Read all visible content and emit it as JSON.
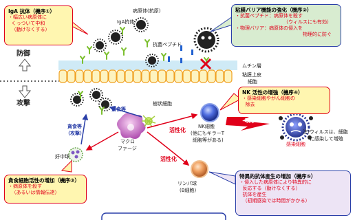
{
  "side": {
    "defense": "防御",
    "attack": "攻撃"
  },
  "callout_iga": {
    "title": "IgA 抗体（機序①）",
    "lines": [
      "・幅広い病原体に",
      "  くっついて中和",
      "  （動けなくする）"
    ]
  },
  "callout_barrier": {
    "title": "粘膜バリア機能の強化（機序②）",
    "line1": "・抗菌ペプチド：病原体を殺す",
    "line2": "（ウィルスにも有効）",
    "line3": "・物理バリア：病原体の侵入を",
    "line4": "物理的に防ぐ"
  },
  "callout_nk": {
    "title": "NK 活性の増強（機序④）",
    "lines": [
      "・感染細胞やがん細胞の",
      "  除去"
    ]
  },
  "callout_phago": {
    "title": "貪食細胞活性の増加（機序③）",
    "lines": [
      "・病原体を殺す",
      "  （あるいは情報伝達）"
    ]
  },
  "callout_antibody": {
    "title": "特異的抗体産生の増加（機序⑤）",
    "lines": [
      "・侵入した病原体により特異的に",
      "  反応する（動けなくする）",
      "  抗体を産生",
      "  （初期感染では時間がかかる）"
    ]
  },
  "labels": {
    "pathogen": "病原体(抗原)",
    "iga_antibody": "IgA抗体",
    "antimicrobial_peptide": "抗菌ペプチド",
    "mucin": "ムチン層",
    "epithelium_1": "粘膜上皮",
    "epithelium_2": "細胞",
    "dendritic": "樹状細胞",
    "phago_top": "貪食等",
    "phago_left_1": "貪食等",
    "phago_left_2": "（攻撃）",
    "macrophage_1": "マクロ",
    "macrophage_2": "ファージ",
    "neutrophil": "好中球",
    "activation_1": "活性化",
    "activation_2": "活性化",
    "nk_1": "NK細胞",
    "nk_2": "(他にもキラーT",
    "nk_3": "細胞等がある)",
    "attack": "攻撃",
    "infected": "感染細胞",
    "note_1": "注)ウィルスは、細胞",
    "note_2": "に感染して増殖",
    "lymph_1": "リンパ球",
    "lymph_2": "(B細胞)"
  }
}
